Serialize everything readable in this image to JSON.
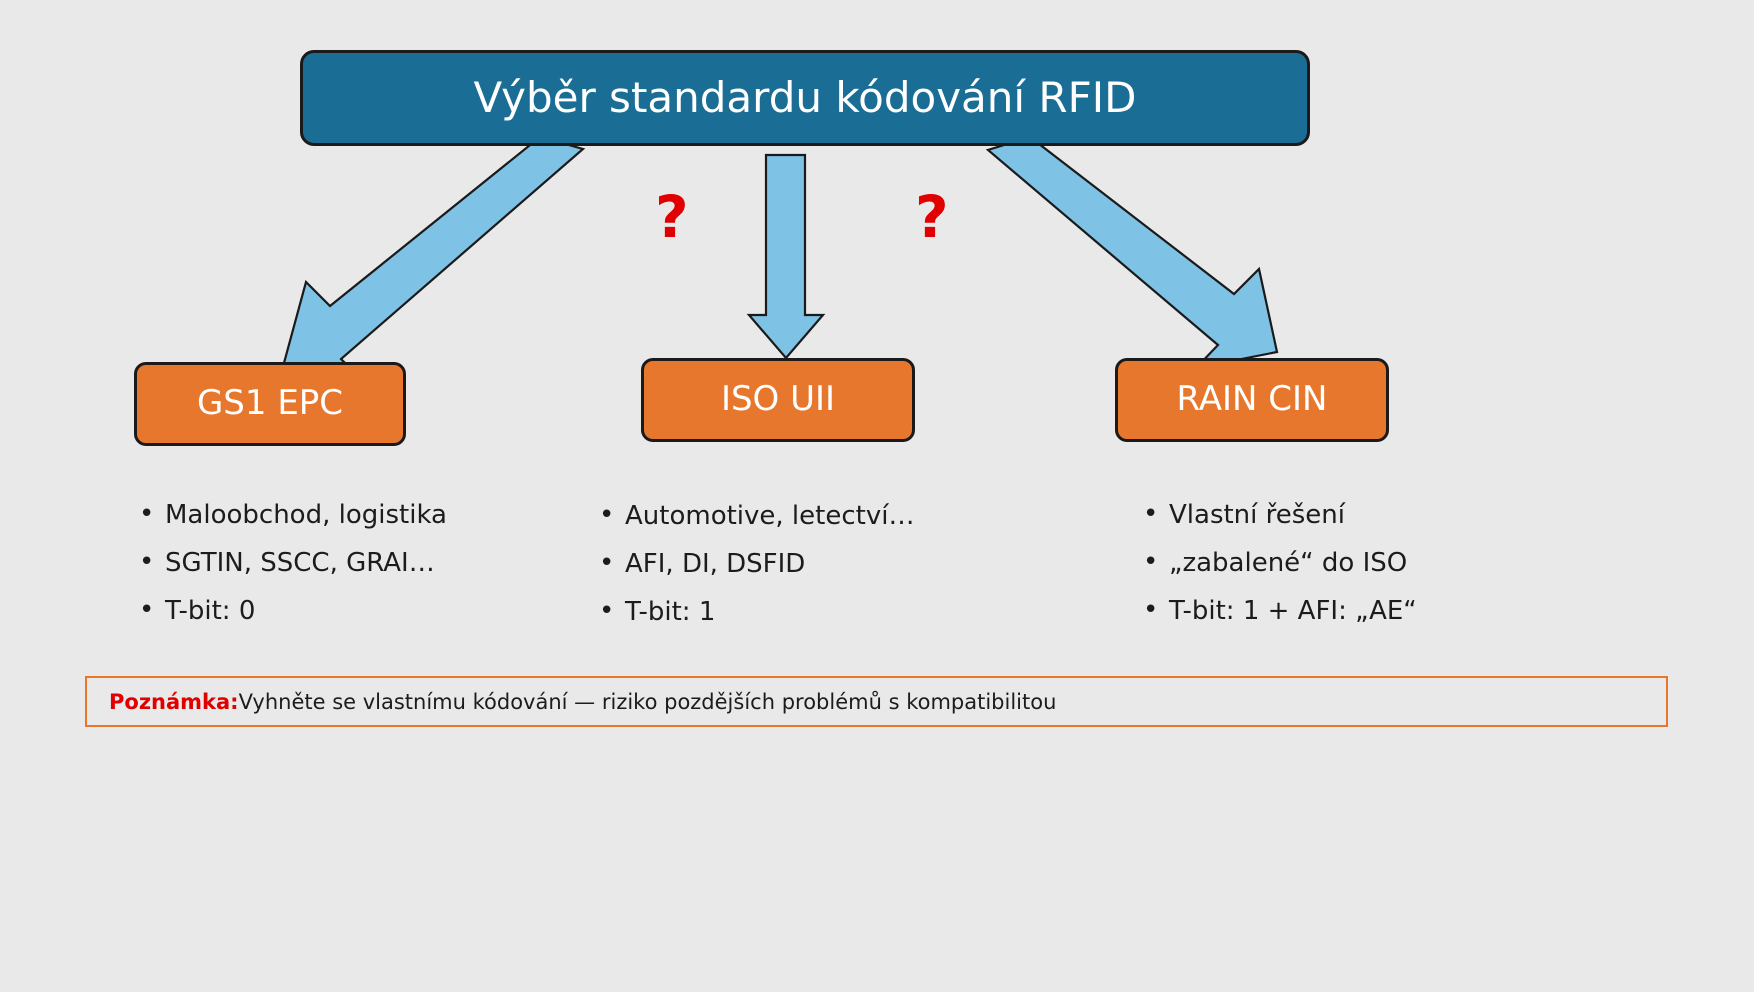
{
  "slide": {
    "background_color": "#e9e9e9",
    "title": {
      "text": "Výběr standardu kódování RFID",
      "fill_color": "#1a6d94",
      "text_color": "#ffffff"
    },
    "accent_colors": {
      "node_orange": "#e8772e",
      "arrow_blue": "#7ec2e5",
      "question_red": "#e00000",
      "note_border": "#e8772e"
    }
  },
  "nodes": [
    {
      "id": "gs1",
      "label": "GS1 EPC"
    },
    {
      "id": "iso",
      "label": "ISO UII"
    },
    {
      "id": "rain",
      "label": "RAIN CIN"
    }
  ],
  "annotations": {
    "question_left": "?",
    "question_right": "?"
  },
  "columns": {
    "gs1": {
      "bullets": [
        "Maloobchod, logistika",
        "SGTIN, SSCC, GRAI…",
        "T-bit: 0"
      ]
    },
    "iso": {
      "bullets": [
        "Automotive, letectví…",
        "AFI, DI, DSFID",
        "T-bit: 1"
      ]
    },
    "rain": {
      "bullets": [
        "Vlastní řešení",
        "„zabalené“ do ISO",
        "T-bit: 1 + AFI: „AE“"
      ]
    }
  },
  "note": {
    "label": "Poznámka:",
    "text": "Vyhněte se vlastnímu kódování — riziko pozdějších problémů s kompatibilitou"
  }
}
